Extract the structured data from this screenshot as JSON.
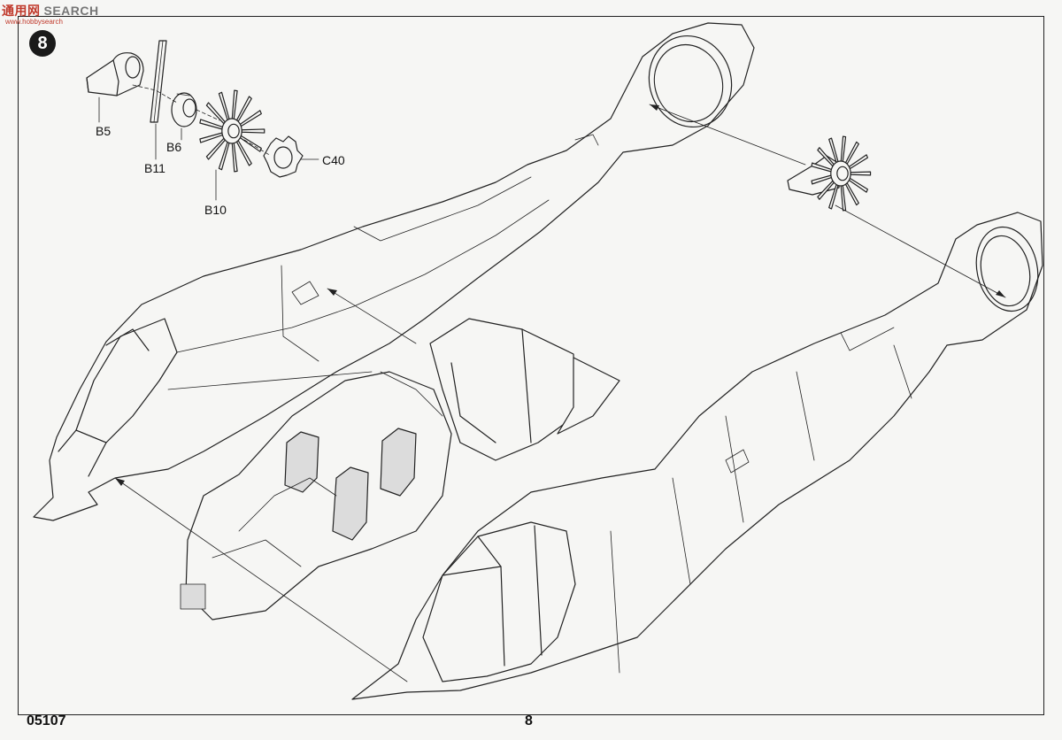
{
  "watermark": {
    "chinese": "通用网",
    "text": "SEARCH",
    "sub": "www.hobbysearch"
  },
  "step": {
    "number": "8"
  },
  "parts": {
    "b5": "B5",
    "b11": "B11",
    "b6": "B6",
    "b10": "B10",
    "c40": "C40"
  },
  "footer": {
    "code": "05107",
    "page": "8"
  }
}
